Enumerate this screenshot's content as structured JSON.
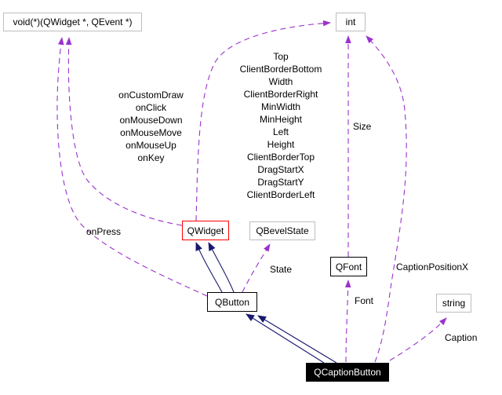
{
  "diagram": {
    "nodes": {
      "callback": {
        "label": "void(*)(QWidget *, QEvent *)"
      },
      "int": {
        "label": "int"
      },
      "qwidget": {
        "label": "QWidget"
      },
      "qbevelstate": {
        "label": "QBevelState"
      },
      "qfont": {
        "label": "QFont"
      },
      "qbutton": {
        "label": "QButton"
      },
      "string": {
        "label": "string"
      },
      "qcaptionbutton": {
        "label": "QCaptionButton"
      }
    },
    "edge_labels": {
      "widget_int_members": "Top\nClientBorderBottom\nWidth\nClientBorderRight\nMinWidth\nMinHeight\nLeft\nHeight\nClientBorderTop\nDragStartX\nDragStartY\nClientBorderLeft",
      "widget_callbacks": "onCustomDraw\nonClick\nonMouseDown\nonMouseMove\nonMouseUp\nonKey",
      "onpress": "onPress",
      "state": "State",
      "size": "Size",
      "font": "Font",
      "caption_position_x": "CaptionPositionX",
      "caption": "Caption"
    },
    "colors": {
      "member_edge": "#9a32cd",
      "inheritance_edge": "#191970",
      "truncated_border": "#ff0000",
      "undocumented_border": "#bebebe",
      "documented_border": "#000000",
      "current_node_bg": "#000000",
      "current_node_text": "#ffffff"
    }
  }
}
